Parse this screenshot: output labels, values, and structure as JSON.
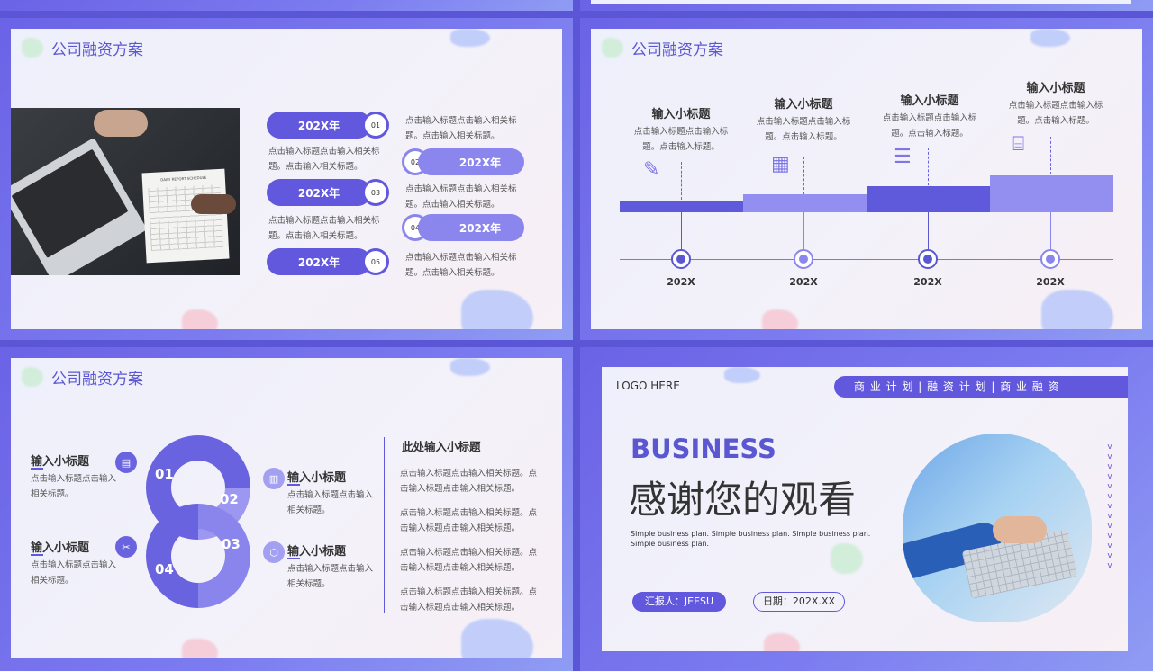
{
  "slide_title": "公司融资方案",
  "slide1": {
    "timeline": [
      {
        "year": "202X年",
        "num": "01",
        "text": "点击输入标题点击输入相关标题。点击输入相关标题。"
      },
      {
        "year": "202X年",
        "num": "02",
        "text": "点击输入标题点击输入相关标题。点击输入相关标题。"
      },
      {
        "year": "202X年",
        "num": "03",
        "text": "点击输入标题点击输入相关标题。点击输入相关标题。"
      },
      {
        "year": "202X年",
        "num": "04",
        "text": "点击输入标题点击输入相关标题。点击输入相关标题。"
      },
      {
        "year": "202X年",
        "num": "05",
        "text": "点击输入标题点击输入相关标题。点击输入相关标题。"
      }
    ],
    "photo_sheet_label": "DAILY REPORT SCHEDULE"
  },
  "slide2": {
    "steps": [
      {
        "title": "输入小标题",
        "text": "点击输入标题点击输入标题。点击输入标题。",
        "year": "202X",
        "icon": "edit-icon"
      },
      {
        "title": "输入小标题",
        "text": "点击输入标题点击输入标题。点击输入标题。",
        "year": "202X",
        "icon": "calendar-icon"
      },
      {
        "title": "输入小标题",
        "text": "点击输入标题点击输入标题。点击输入标题。",
        "year": "202X",
        "icon": "list-icon"
      },
      {
        "title": "输入小标题",
        "text": "点击输入标题点击输入标题。点击输入标题。",
        "year": "202X",
        "icon": "flowchart-icon"
      }
    ]
  },
  "slide3": {
    "left_items": [
      {
        "title": "输入小标题",
        "text": "点击输入标题点击输入相关标题。"
      },
      {
        "title": "输入小标题",
        "text": "点击输入标题点击输入相关标题。"
      }
    ],
    "right_items": [
      {
        "title": "输入小标题",
        "text": "点击输入标题点击输入相关标题。"
      },
      {
        "title": "输入小标题",
        "text": "点击输入标题点击输入相关标题。"
      }
    ],
    "segments": [
      "01",
      "02",
      "03",
      "04"
    ],
    "panel_title": "此处输入小标题",
    "panel_paragraphs": [
      "点击输入标题点击输入相关标题。点击输入标题点击输入相关标题。",
      "点击输入标题点击输入相关标题。点击输入标题点击输入相关标题。",
      "点击输入标题点击输入相关标题。点击输入标题点击输入相关标题。",
      "点击输入标题点击输入相关标题。点击输入标题点击输入相关标题。"
    ]
  },
  "slide4": {
    "logo": "LOGO HERE",
    "nav": "商 业 计 划 | 融 资 计 划 | 商 业 融 资",
    "title_en": "BUSINESS",
    "title_cn": "感谢您的观看",
    "subtitle": "Simple business plan. Simple business plan. Simple business plan. Simple business plan.",
    "reporter": "汇报人：JEESU",
    "date": "日期：202X.XX",
    "chevrons": "v"
  },
  "colors": {
    "primary": "#6258dd",
    "light": "#8b86ee",
    "frame": "#5b56d6"
  }
}
